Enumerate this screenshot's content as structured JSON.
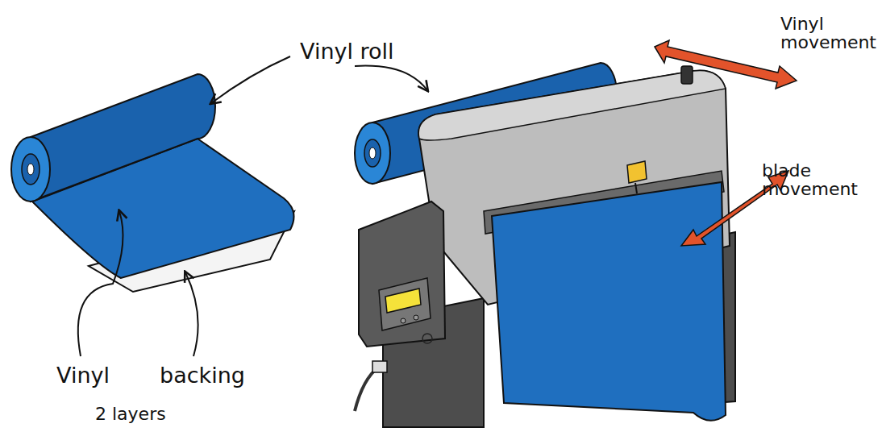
{
  "diagram": {
    "labels": [
      "Vinyl roll",
      "Vinyl movement",
      "blade movement",
      "Vinyl",
      "backing",
      "2 layers"
    ]
  }
}
